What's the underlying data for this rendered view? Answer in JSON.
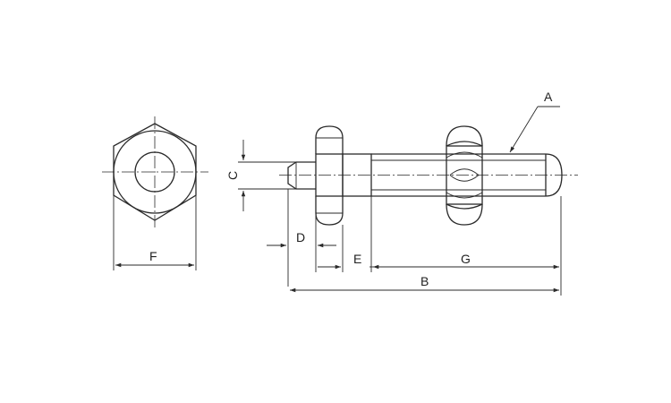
{
  "labels": {
    "A": "A",
    "B": "B",
    "C": "C",
    "D": "D",
    "E": "E",
    "F": "F",
    "G": "G"
  }
}
